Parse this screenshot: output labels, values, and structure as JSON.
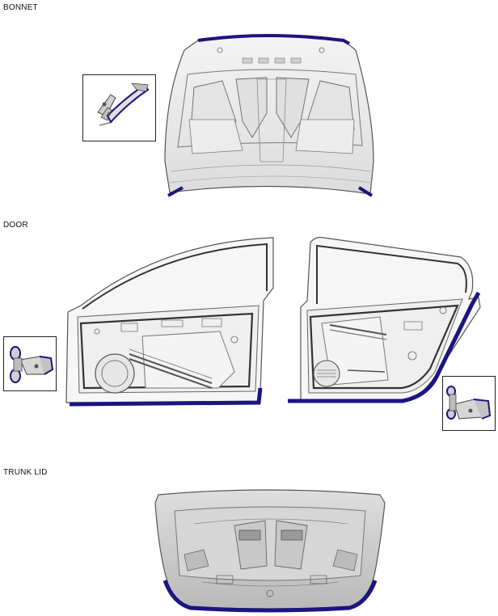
{
  "sections": {
    "bonnet": {
      "label": "BONNET"
    },
    "door": {
      "label": "DOOR"
    },
    "trunk": {
      "label": "TRUNK LID"
    }
  },
  "colors": {
    "highlight": "#1a1580",
    "panel_fill": "#e8e8e8",
    "panel_stroke": "#555555",
    "trunk_fill": "#cfcfcf",
    "inset_border": "#222222"
  },
  "icons": [
    "bonnet-hinge-icon",
    "front-door-hinge-icon",
    "rear-door-hinge-icon"
  ]
}
